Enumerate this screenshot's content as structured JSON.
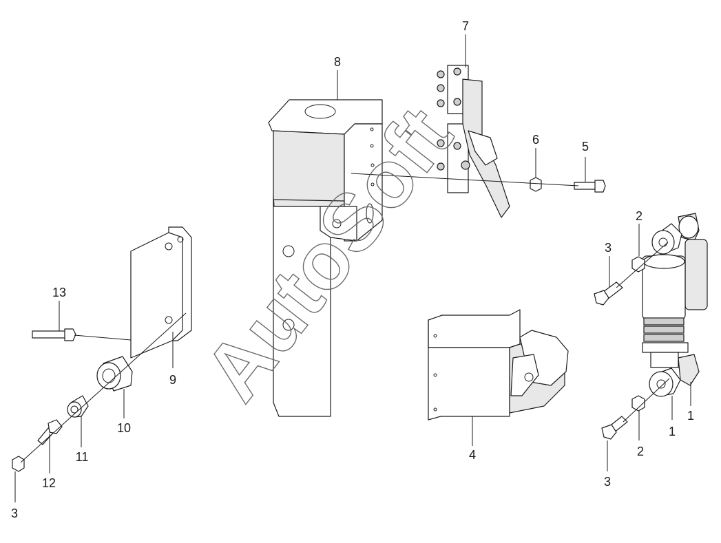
{
  "watermark": "AutoSoft",
  "callouts": {
    "c1a": "1",
    "c1b": "1",
    "c2a": "2",
    "c2b": "2",
    "c3a": "3",
    "c3b": "3",
    "c3c": "3",
    "c4": "4",
    "c5": "5",
    "c6": "6",
    "c7": "7",
    "c8": "8",
    "c9": "9",
    "c10": "10",
    "c11": "11",
    "c12": "12",
    "c13": "13"
  },
  "colors": {
    "line": "#1a1a1a",
    "background": "#ffffff",
    "watermark": "#6a6a6a"
  }
}
